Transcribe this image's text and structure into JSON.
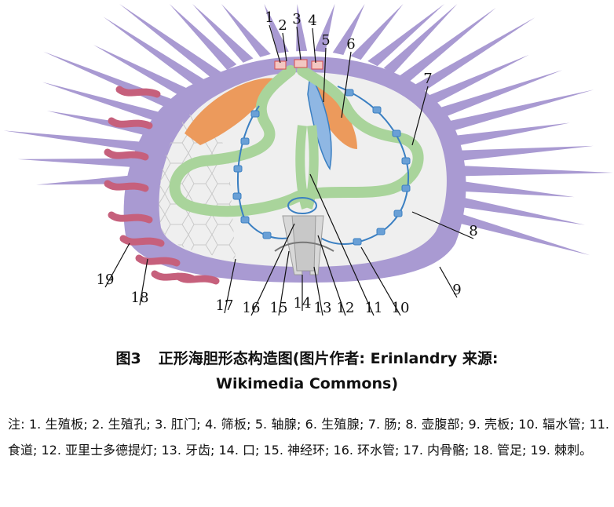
{
  "figure": {
    "labels": [
      "1",
      "2",
      "3",
      "4",
      "5",
      "6",
      "7",
      "8",
      "9",
      "10",
      "11",
      "12",
      "13",
      "14",
      "15",
      "16",
      "17",
      "18",
      "19"
    ],
    "colors": {
      "spine": "#a99ad2",
      "shell": "#efefef",
      "gonad": "#ec9a5c",
      "gut": "#a9d49b",
      "water_vessel": "#3a7fc2",
      "tube_foot": "#c6607c",
      "axial_gland": "#8fb7e3"
    }
  },
  "caption": {
    "number": "图3",
    "text": "正形海胆形态构造图(图片作者: Erinlandry 来源:",
    "text2": "Wikimedia Commons)"
  },
  "notes": {
    "text": "注: 1. 生殖板; 2. 生殖孔; 3. 肛门; 4. 筛板; 5. 轴腺; 6. 生殖腺; 7. 肠; 8. 壶腹部; 9. 壳板; 10. 辐水管; 11. 食道; 12. 亚里士多德提灯; 13. 牙齿; 14. 口; 15. 神经环; 16. 环水管; 17. 内骨骼; 18. 管足; 19. 棘刺。"
  }
}
